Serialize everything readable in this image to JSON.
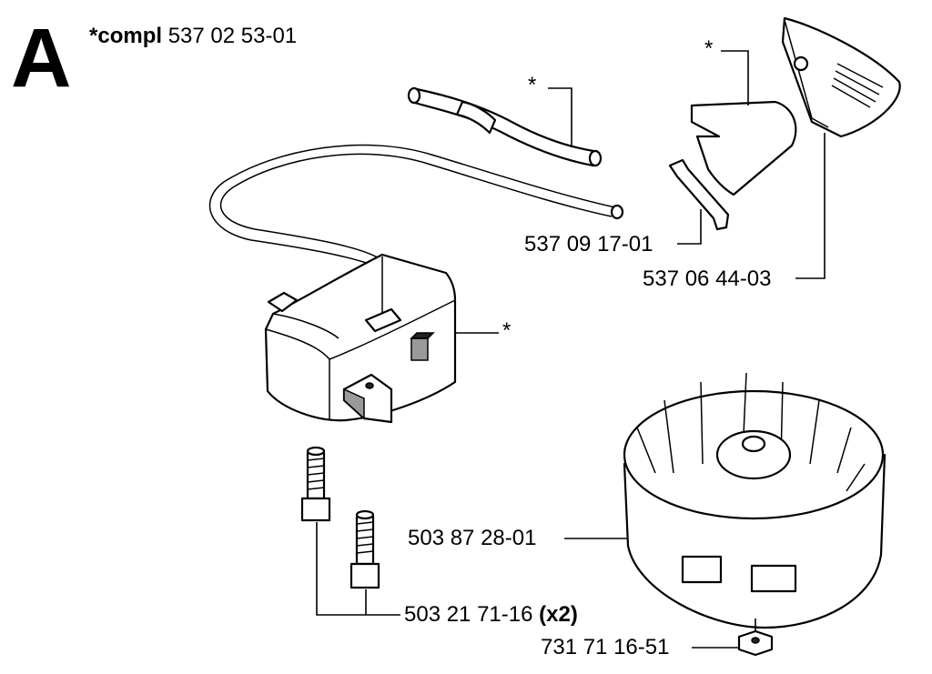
{
  "section": "A",
  "title": {
    "prefix": "*compl",
    "number": "537 02 53-01"
  },
  "markers": {
    "star": "*"
  },
  "callouts": {
    "switch_lever": "537 09 17-01",
    "cover": "537 06 44-03",
    "flywheel": "503 87 28-01",
    "screw_number": "503 21 71-16",
    "screw_qty": "(x2)",
    "nut": "731 71 16-51"
  }
}
